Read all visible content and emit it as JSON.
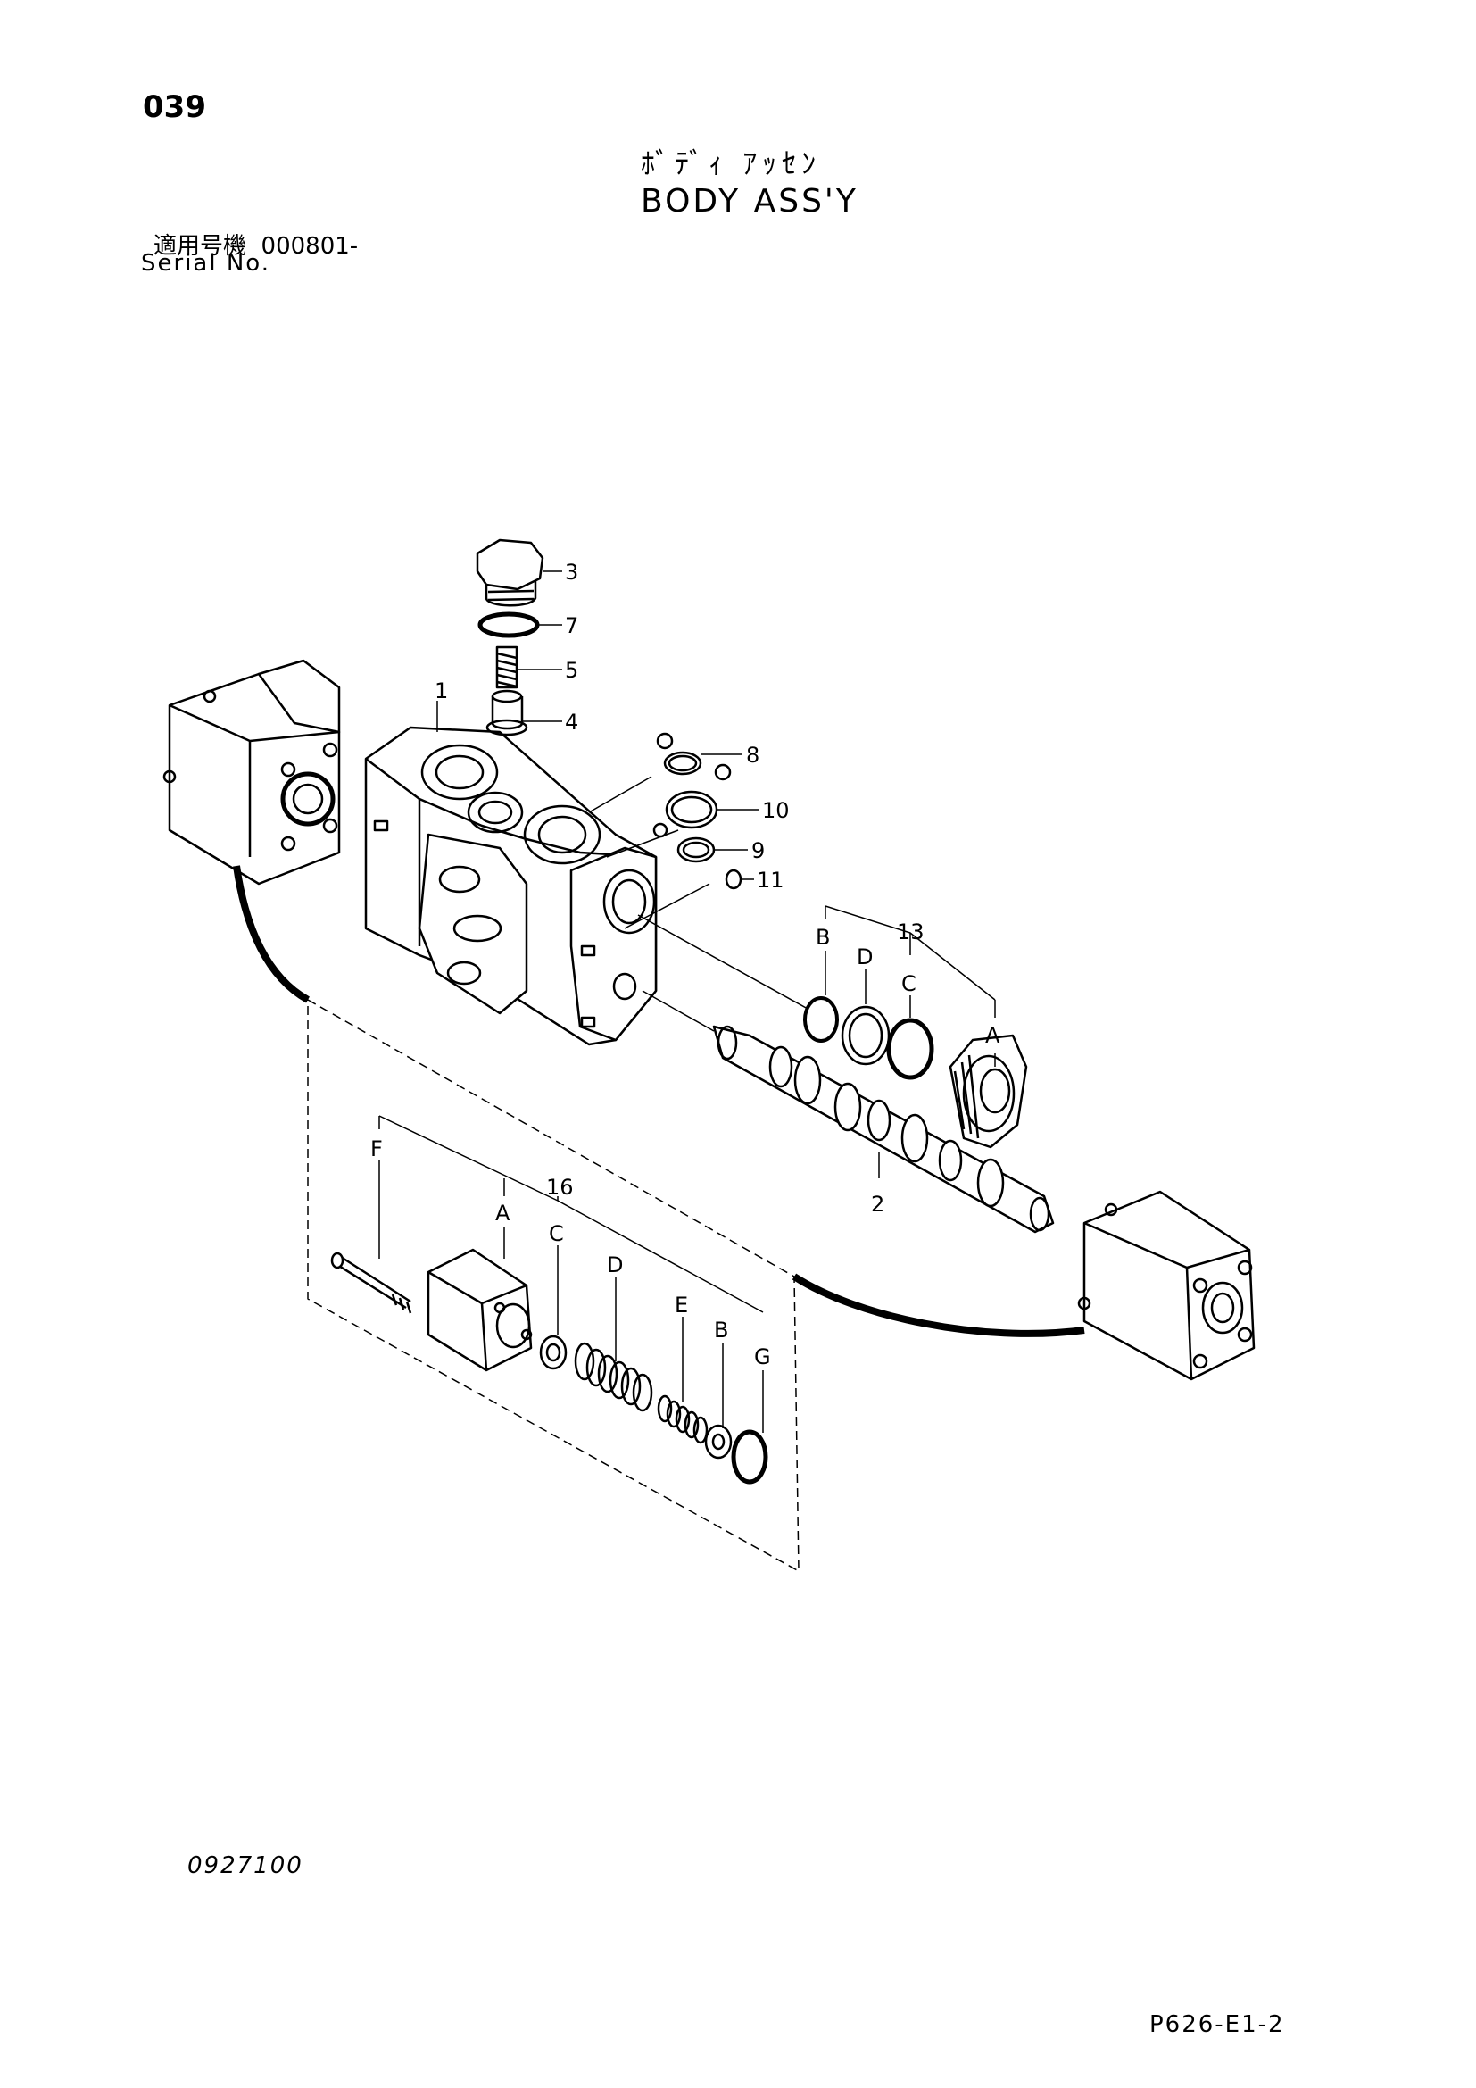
{
  "header": {
    "page_number": "039",
    "title_jp": "ﾎﾞﾃﾞｨ ｱｯｾﾝ",
    "title_en": "BODY ASS'Y",
    "serial_label_jp": "適用号機",
    "serial_value": "000801-",
    "serial_label_en": "Serial No."
  },
  "callouts": {
    "c1": "1",
    "c2": "2",
    "c3": "3",
    "c4": "4",
    "c5": "5",
    "c7": "7",
    "c8": "8",
    "c9": "9",
    "c10": "10",
    "c11": "11",
    "c13": "13",
    "c13A": "A",
    "c13B": "B",
    "c13C": "C",
    "c13D": "D",
    "c16": "16",
    "c16A": "A",
    "c16B": "B",
    "c16C": "C",
    "c16D": "D",
    "c16E": "E",
    "c16F": "F",
    "c16G": "G"
  },
  "footer": {
    "drawing_code": "0927100",
    "page_code": "P626-E1-2"
  }
}
